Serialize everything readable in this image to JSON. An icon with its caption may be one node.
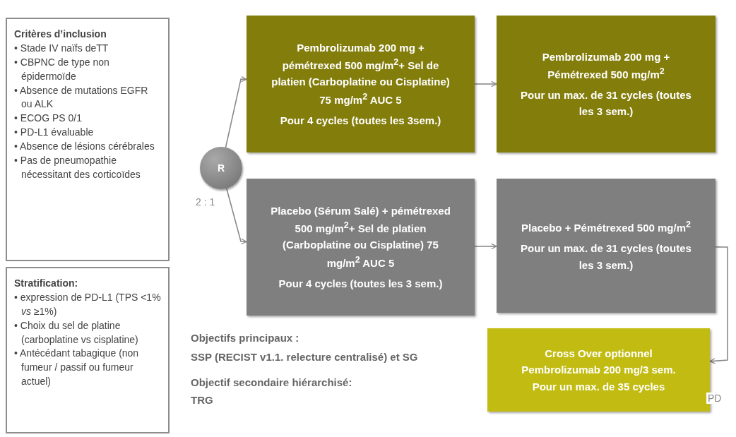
{
  "diagram": {
    "nodes": [
      {
        "text": [
          "Critères d’inclusion",
          "• Stade IV naïfs deTT",
          "• CBPNC de type non épidermoïde",
          "• Absence de mutations EGFR ou ALK",
          "• ECOG PS 0/1",
          "• PD-L1 évaluable",
          "• Absence de lésions cérébrales",
          "• Pas de pneumopathie nécessitant des corticoïdes"
        ]
      },
      {
        "text": [
          "Stratification:",
          "• expression de PD-L1 (TPS <1% *vs* ≥1%)",
          "• Choix du sel de platine (carboplatine vs cisplatine)",
          "• Antécédant tabagique (non fumeur / passif ou fumeur actuel)"
        ]
      },
      {
        "text": [
          "R"
        ],
        "beside": [
          "2 : 1"
        ]
      },
      {
        "text": [
          "Pembrolizumab 200 mg + pémétrexed 500 mg/m$^{2}$+ Sel de platien (Carboplatine ou Cisplatine) 75 mg/m$^{2}$ AUC 5",
          "Pour 4 cycles (toutes les 3sem.)"
        ]
      },
      {
        "text": [
          "Pembrolizumab 200 mg + Pémétrexed 500 mg/m$^{2}$",
          "Pour un max. de 31 cycles (toutes les 3 sem.)"
        ]
      },
      {
        "text": [
          "Placebo (Sérum Salé) + pémétrexed 500 mg/m$^{2}$+ Sel de platien (Carboplatine ou Cisplatine) 75 mg/m$^{2}$ AUC 5",
          "Pour 4 cycles (toutes les 3 sem.)"
        ]
      },
      {
        "text": [
          "Placebo + Pémétrexed 500 mg/m$^{2}$",
          "Pour un max. de 31 cycles (toutes les 3 sem.)"
        ]
      },
      {
        "text": [
          "Cross Over optionnel Pembrolizumab 200 mg/3 sem. Pour un max. de 35 cycles"
        ]
      }
    ],
    "edges": [
      {
        "from": 2,
        "to": 3,
        "arrow": "to"
      },
      {
        "from": 2,
        "to": 5,
        "arrow": "to"
      },
      {
        "from": 3,
        "to": 4,
        "arrow": "to"
      },
      {
        "from": 5,
        "to": 6,
        "arrow": "to"
      },
      {
        "from": 6,
        "to": 7,
        "arrow": "to",
        "label": "PD"
      }
    ],
    "labels": [
      "Objectifs principaux :",
      "SSP (RECIST v1.1. relecture centralisé) et SG",
      "Objectif secondaire hiérarchisé:",
      "TRG"
    ]
  }
}
